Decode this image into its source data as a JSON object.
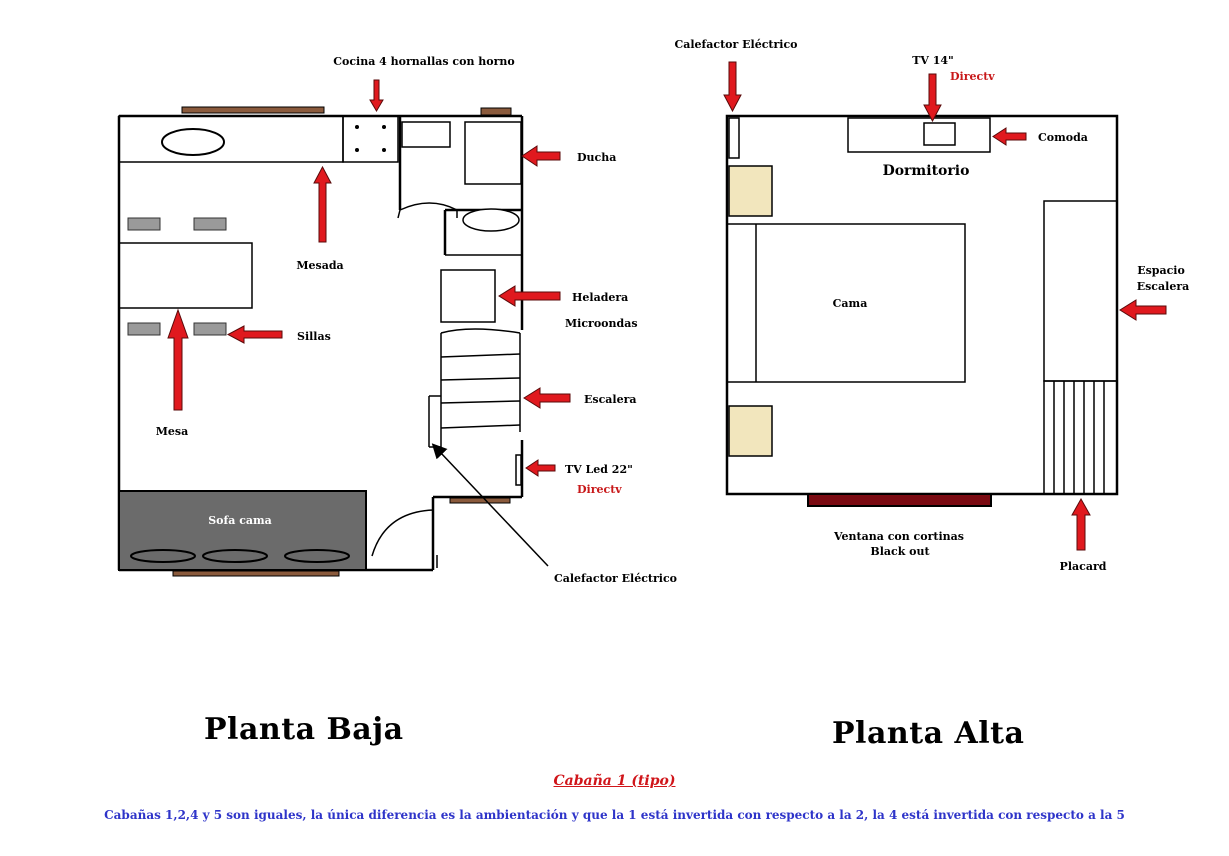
{
  "ground_floor": {
    "title": "Planta Baja",
    "labels": {
      "stove": "Cocina 4 hornallas  con horno",
      "shower": "Ducha",
      "counter": "Mesada",
      "fridge": "Heladera",
      "microwave": "Microondas",
      "chairs": "Sillas",
      "stairs": "Escalera",
      "table": "Mesa",
      "tv": "TV Led 22\"",
      "tv_service": "Directv",
      "sofa": "Sofa cama",
      "heater": "Calefactor Eléctrico"
    }
  },
  "upper_floor": {
    "title": "Planta Alta",
    "labels": {
      "heater": "Calefactor Eléctrico",
      "tv": "TV 14\"",
      "tv_service": "Directv",
      "dresser": "Comoda",
      "bedroom": "Dormitorio",
      "bed": "Cama",
      "stair_space_1": "Espacio",
      "stair_space_2": "Escalera",
      "window_1": "Ventana con cortinas",
      "window_2": "Black out",
      "closet": "Placard"
    }
  },
  "caption": "Cabaña 1 (tipo)",
  "footnote": "Cabañas 1,2,4 y 5 son iguales, la única diferencia es la ambientación y que la 1 está invertida con respecto a la 2, la 4 está invertida con respecto a la 5",
  "colors": {
    "arrow": "#e0191e",
    "sofa": "#6b6b6b",
    "window_wood": "#8a5a3c",
    "nightstand": "#f2e6bd",
    "curtain": "#7a0a12",
    "caption": "#d0151a",
    "footnote": "#2e34c9"
  }
}
